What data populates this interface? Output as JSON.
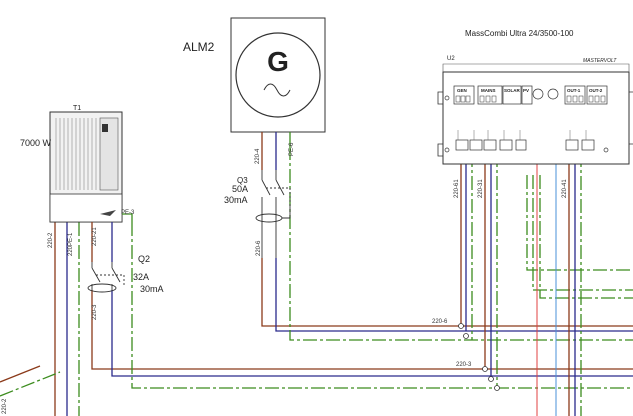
{
  "generator": {
    "label": "ALM2",
    "symbol": "G"
  },
  "inverter": {
    "title": "MassCombi Ultra 24/3500-100",
    "ref": "U2",
    "brand": "MASTERVOLT",
    "terminal_groups": [
      "GEN",
      "MAINS",
      "SOLAR",
      "PV",
      "OUT-1",
      "OUT-2"
    ]
  },
  "transformer": {
    "ref": "T1",
    "power": "7000 W"
  },
  "breaker_q2": {
    "ref": "Q2",
    "rating": "32A",
    "trip": "30mA"
  },
  "breaker_q3": {
    "ref": "Q3",
    "rating": "50A",
    "trip": "30mA"
  },
  "wires": {
    "w220_4": "220-4",
    "pe6": "PE-6",
    "w220_6_v": "220-6",
    "w220_6_h": "220-6",
    "w220_61": "220-61",
    "w220_31": "220-31",
    "w220_41": "220-41",
    "w220_2": "220-2",
    "w220pe_1": "220PE-1",
    "w220_21": "220-21",
    "pe3": "PE-3",
    "w220_3_v": "220-3",
    "w220_3_h": "220-3",
    "w220_2_edge": "220-2"
  },
  "colors": {
    "phase": "#8b3a1a",
    "neutral": "#2a2a8c",
    "earth": "#3c8c1e",
    "red": "#e04040",
    "blue": "#4a90d9"
  }
}
